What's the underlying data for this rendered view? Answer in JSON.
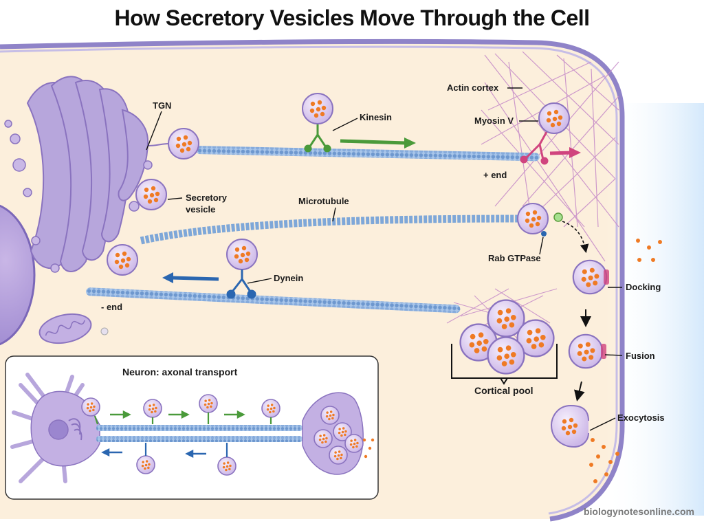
{
  "title": "How Secretory Vesicles Move Through the Cell",
  "labels": {
    "tgn": "TGN",
    "secretory_vesicle_line1": "Secretory",
    "secretory_vesicle_line2": "vesicle",
    "kinesin": "Kinesin",
    "microtubule": "Microtubule",
    "dynein": "Dynein",
    "minus_end": "- end",
    "plus_end": "+ end",
    "actin_cortex": "Actin cortex",
    "myosin_v": "Myosin V",
    "rab_gtpase": "Rab GTPase",
    "docking": "Docking",
    "fusion": "Fusion",
    "exocytosis": "Exocytosis",
    "cortical_pool": "Cortical pool"
  },
  "inset": {
    "title": "Neuron: axonal transport"
  },
  "credit": "biologynotesonline.com",
  "colors": {
    "cytoplasm": "#fcefdc",
    "membrane": "#8f83c8",
    "golgi": "#b7a6dc",
    "vesicle": "#e9ddf6",
    "cargo": "#ef7a24",
    "microtubule": "#7ea7d8",
    "kinesin": "#4a9a3a",
    "dynein": "#2a66b0",
    "myosin": "#d0447e",
    "actin": "#c58ac8"
  }
}
